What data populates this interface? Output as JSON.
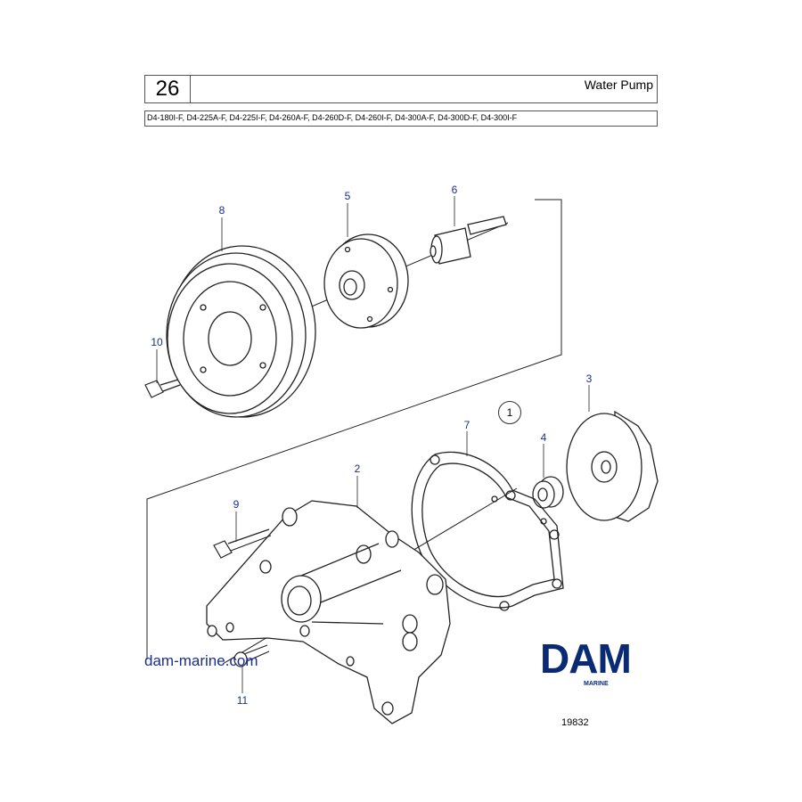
{
  "header": {
    "page_number": "26",
    "title": "Water Pump",
    "models": "D4-180I-F, D4-225A-F, D4-225I-F, D4-260A-F, D4-260D-F, D4-260I-F, D4-300A-F, D4-300D-F, D4-300I-F"
  },
  "callouts": [
    "1",
    "2",
    "3",
    "4",
    "5",
    "6",
    "7",
    "8",
    "9",
    "10",
    "11"
  ],
  "website": "dam-marine.com",
  "logo": {
    "text": "DAM",
    "subtitle": "MARINE"
  },
  "drawing_number": "19832",
  "colors": {
    "callout": "#1a2e8f",
    "logo": "#0a2b73",
    "line": "#222222"
  }
}
